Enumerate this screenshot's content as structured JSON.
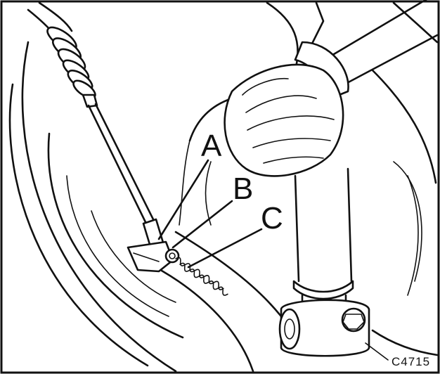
{
  "callouts": {
    "a": "A",
    "b": "B",
    "c": "C"
  },
  "figure_code": "C4715"
}
